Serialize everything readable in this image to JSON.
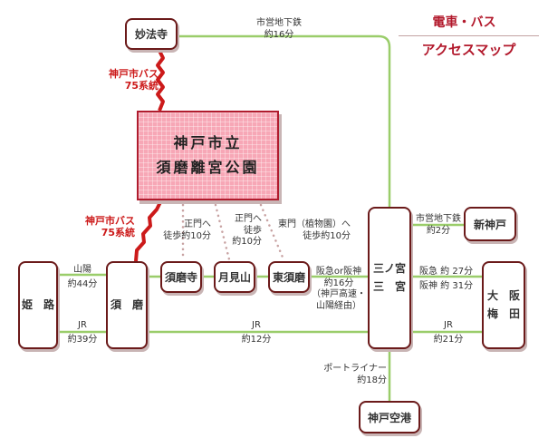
{
  "title": {
    "line1": "電車・バス",
    "line2": "アクセスマップ"
  },
  "colors": {
    "accent": "#b2182b",
    "bus_line": "#cc1a1a",
    "rail_line": "#9acd6a",
    "station_border": "#6b1a1a",
    "park_fill": "#f7a7b6"
  },
  "park": {
    "name": "神戸市立\n須磨離宮公園"
  },
  "stations": {
    "myohoji": "妙法寺",
    "himeji": "姫　路",
    "suma": "須　磨",
    "sumadera": "須磨寺",
    "tsukimiyama": "月見山",
    "higashisuma": "東須磨",
    "sannomiya": "三ノ宮\n三　宮",
    "shinkobe": "新神戸",
    "osaka": "大　阪\n梅　田",
    "kobe_airport": "神戸空港"
  },
  "bus_routes": {
    "upper": "神戸市バス\n75系統",
    "lower": "神戸市バス\n75系統"
  },
  "labels": {
    "subway_top": "市営地下鉄\n約16分",
    "sanyo": "山陽",
    "sanyo_time": "約44分",
    "jr_left": "JR",
    "jr_left_time": "約39分",
    "jr_mid": "JR",
    "jr_mid_time": "約12分",
    "walk_sumadera": "正門へ\n徒歩約10分",
    "walk_tsukimiyama": "正門へ\n徒歩\n約10分",
    "walk_higashisuma": "東門（植物園）へ\n徒歩約10分",
    "hankyu_hanshin": "阪急or阪神\n約16分\n（神戸高速・\n山陽経由）",
    "subway_shinkobe": "市営地下鉄\n約2分",
    "hankyu_time": "阪急 約 27分",
    "hanshin_time": "阪神 約 31分",
    "jr_right": "JR",
    "jr_right_time": "約21分",
    "portliner": "ポートライナー\n約18分"
  }
}
